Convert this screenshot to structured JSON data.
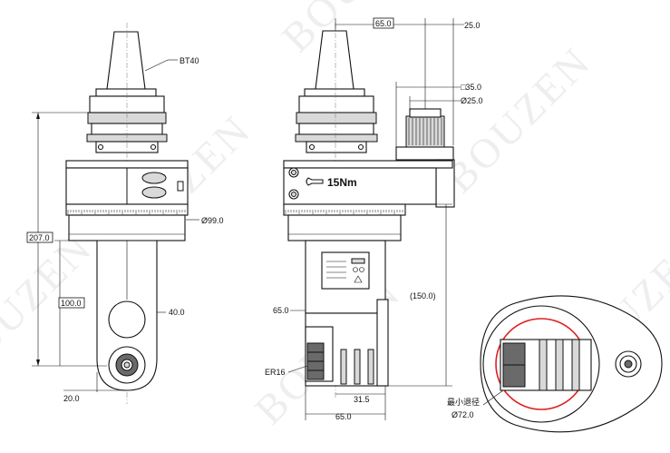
{
  "watermark": "BOUZEN",
  "labels": {
    "taper": "BT40",
    "collet": "ER16",
    "torque": "15Nm",
    "min_radius_cn": "最小退径"
  },
  "dimensions": {
    "overall_height": "207.0",
    "body_diameter": "Ø99.0",
    "head_height": "100.0",
    "head_width": "40.0",
    "nose_offset": "20.0",
    "stop_block_offset": "65.0",
    "stop_block_width": "25.0",
    "square_stop": "□35.0",
    "stop_pin_diameter": "Ø25.0",
    "spindle_height": "(150.0)",
    "side_offset": "65.0",
    "center_to_face": "31.5",
    "base_width": "65.0",
    "min_radius_value": "Ø72.0"
  },
  "colors": {
    "line": "#111111",
    "watermark": "#cfd3d8",
    "min_radius_circle": "#e02020",
    "metal": "#d9d9d9"
  }
}
